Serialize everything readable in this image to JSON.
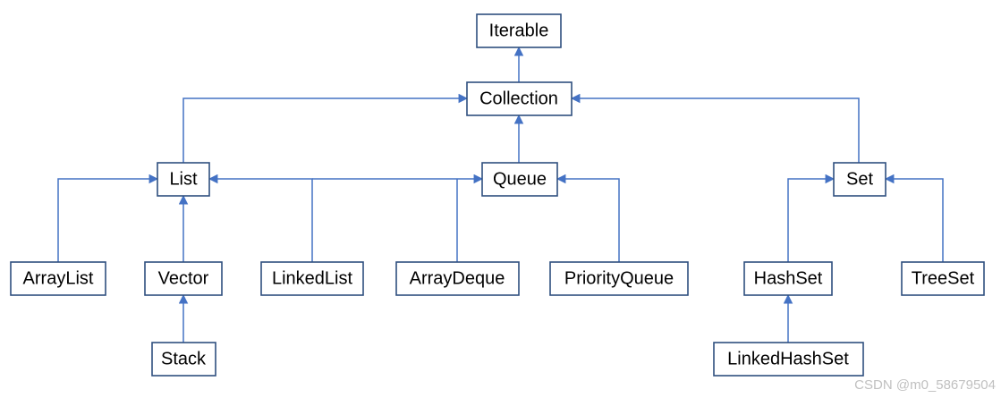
{
  "diagram": {
    "nodes": {
      "iterable": "Iterable",
      "collection": "Collection",
      "list": "List",
      "queue": "Queue",
      "set": "Set",
      "arraylist": "ArrayList",
      "vector": "Vector",
      "linkedlist": "LinkedList",
      "arraydeque": "ArrayDeque",
      "priorityqueue": "PriorityQueue",
      "hashset": "HashSet",
      "treeset": "TreeSet",
      "stack": "Stack",
      "linkedhashset": "LinkedHashSet"
    },
    "colors": {
      "edge": "#4472c4",
      "box_border": "#2f4f7f",
      "text": "#000000",
      "watermark": "#c0c0c0"
    }
  },
  "watermark": "CSDN @m0_58679504"
}
